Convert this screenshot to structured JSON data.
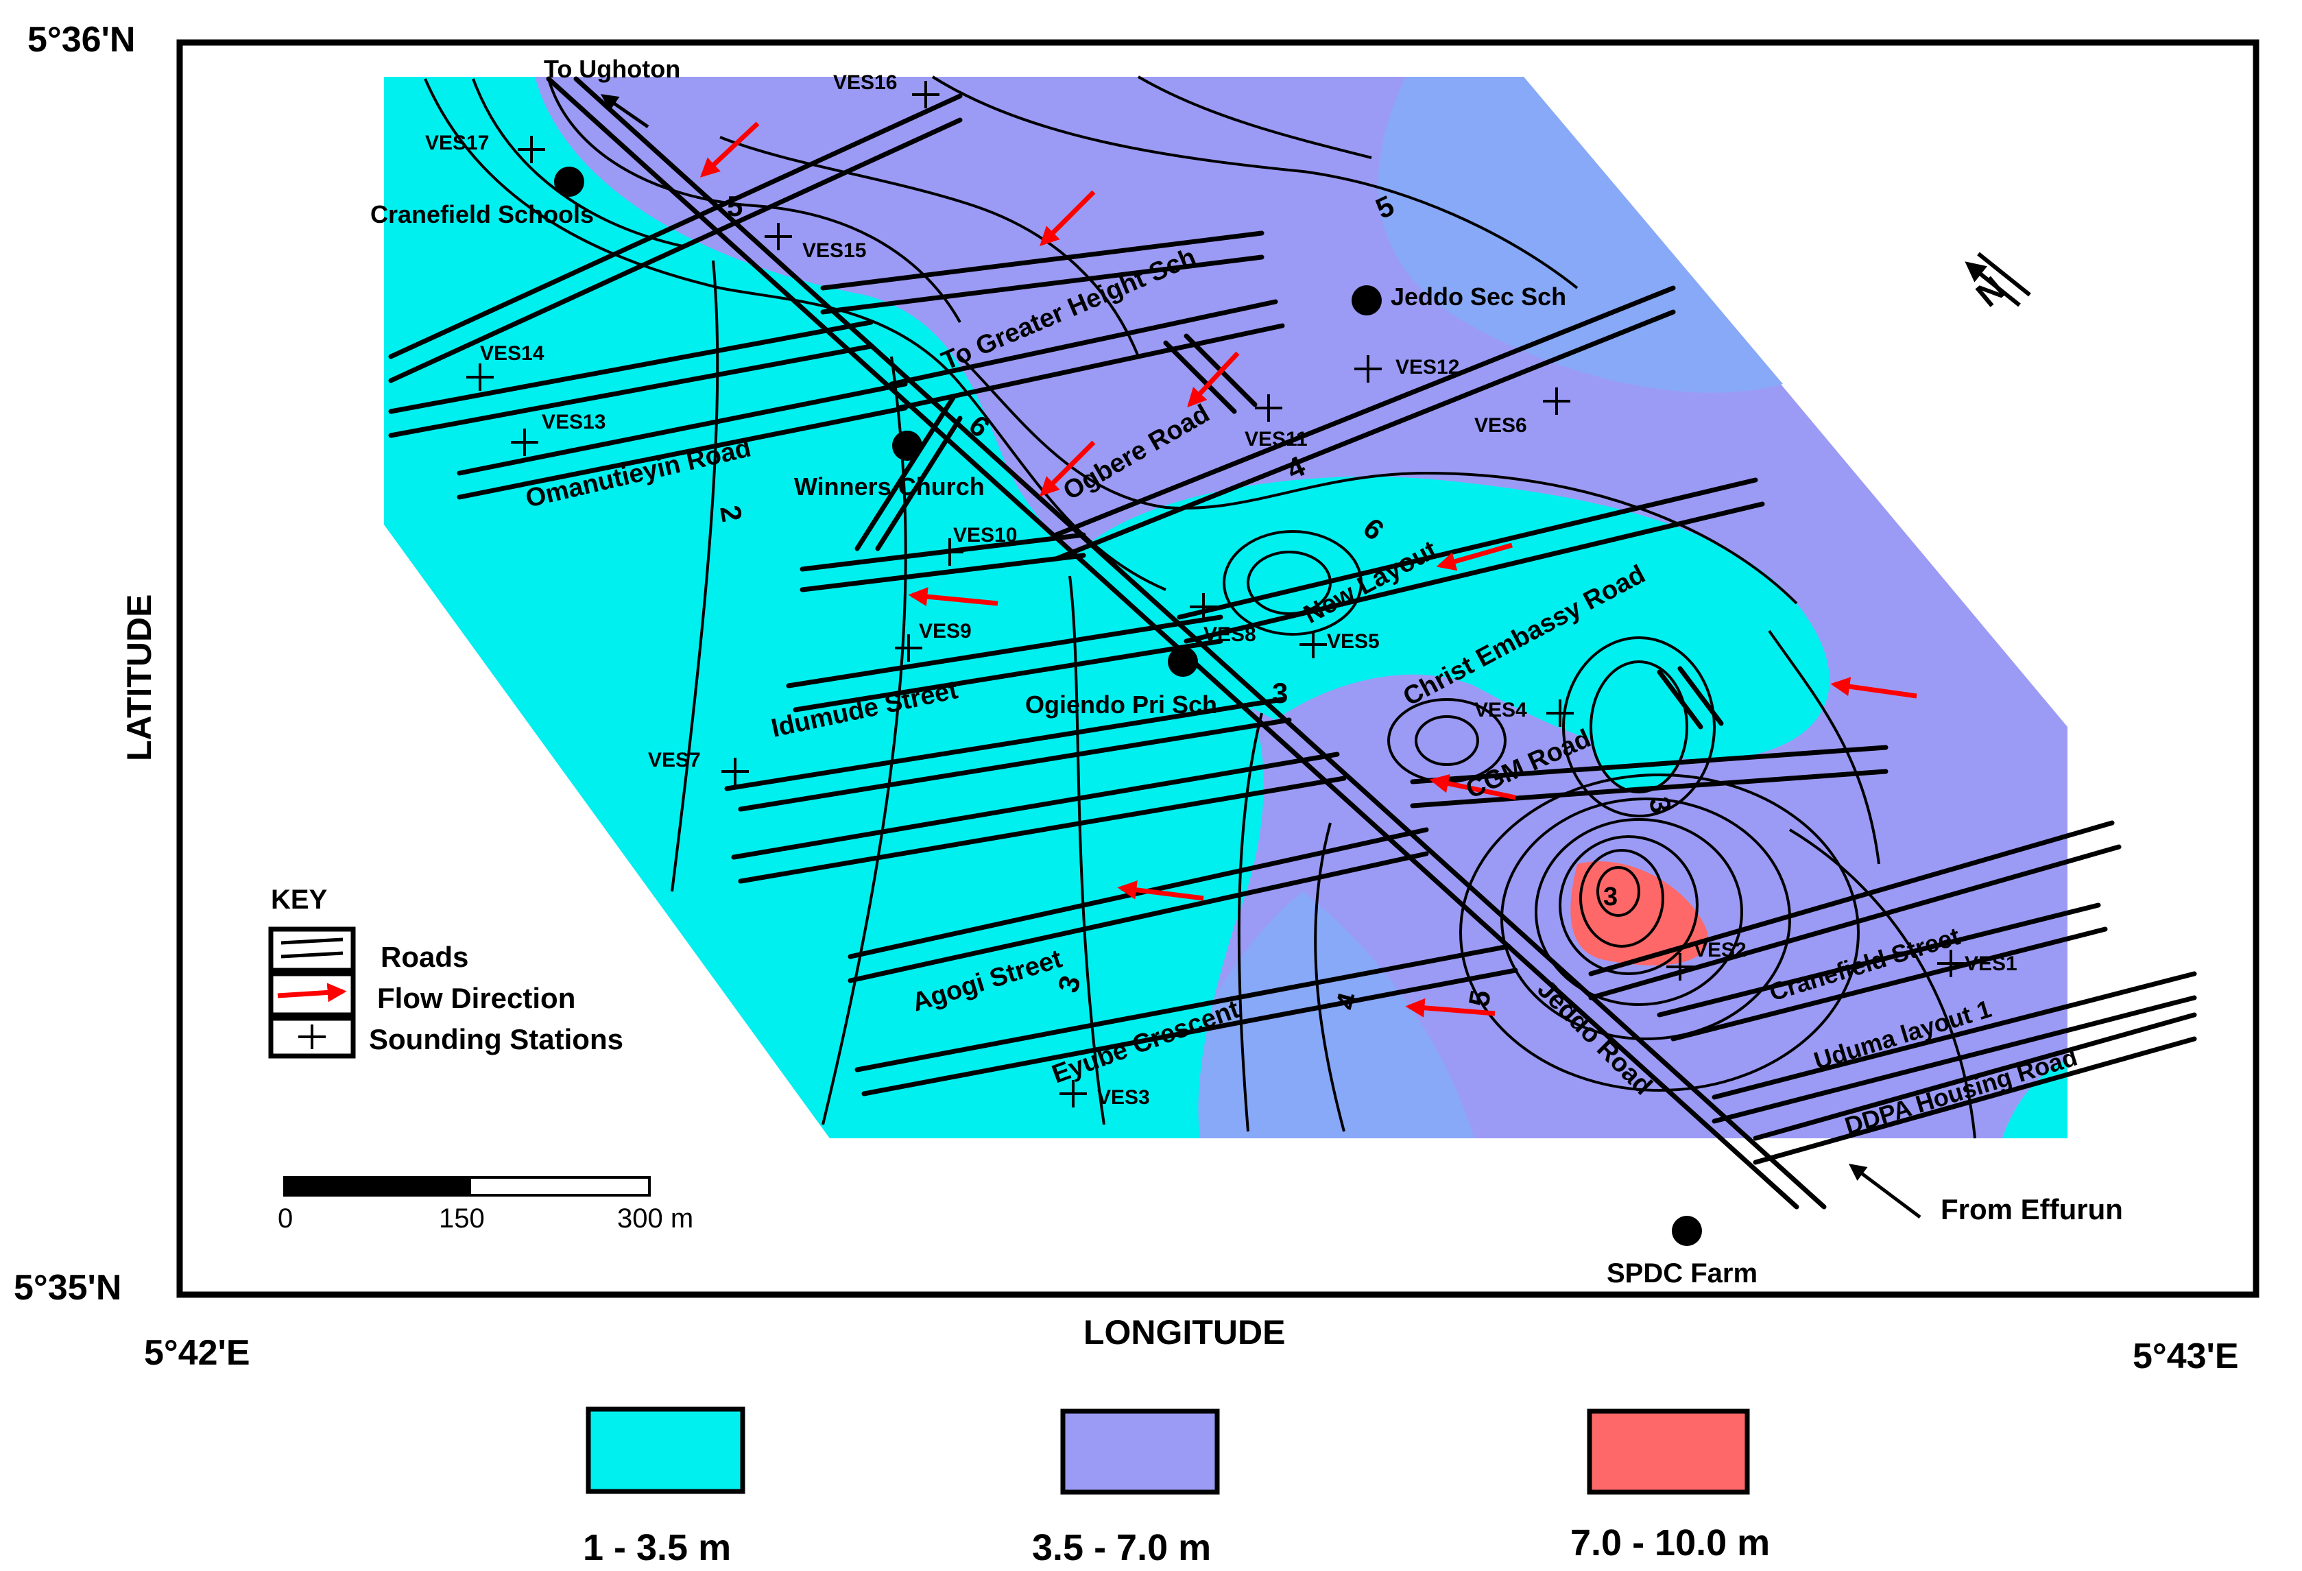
{
  "axes": {
    "lat_top": "5°36'N",
    "lat_bottom": "5°35'N",
    "lon_left": "5°42'E",
    "lon_right": "5°43'E",
    "xlabel": "LONGITUDE",
    "ylabel": "LATITUDE"
  },
  "colors": {
    "low": "#00f0f0",
    "mid": "#9b9bf5",
    "mid_light": "#88a8f8",
    "high": "#ff6868",
    "flow": "#ff0000"
  },
  "roads": [
    {
      "id": "omanutieyin",
      "label": "Omanutieyin Road"
    },
    {
      "id": "ogbere",
      "label": "Ogbere Road"
    },
    {
      "id": "greater-height",
      "label": "To Greater Height Sch"
    },
    {
      "id": "new-layout",
      "label": "New Layout"
    },
    {
      "id": "christ-embassy",
      "label": "Christ Embassy Road"
    },
    {
      "id": "cgm",
      "label": "CGM Road"
    },
    {
      "id": "idumude",
      "label": "Idumude Street"
    },
    {
      "id": "agogi",
      "label": "Agogi Street"
    },
    {
      "id": "eyube",
      "label": "Eyube Crescent"
    },
    {
      "id": "jeddo",
      "label": "Jeddo Road"
    },
    {
      "id": "cranefield-st",
      "label": "Cranefield Street"
    },
    {
      "id": "uduma",
      "label": "Uduma layout 1"
    },
    {
      "id": "ddpa",
      "label": "DDPA Housing Road"
    }
  ],
  "places": [
    {
      "id": "cranefield-schools",
      "label": "Cranefield Schools"
    },
    {
      "id": "jeddo-sec",
      "label": "Jeddo Sec Sch"
    },
    {
      "id": "winners",
      "label": "Winners Church"
    },
    {
      "id": "ogiendo",
      "label": "Ogiendo Pri Sch"
    },
    {
      "id": "spdc",
      "label": "SPDC Farm"
    }
  ],
  "directions": {
    "to_ughoton": "To Ughoton",
    "from_effurun": "From Effurun"
  },
  "stations": [
    "VES1",
    "VES2",
    "VES3",
    "VES4",
    "VES5",
    "VES6",
    "VES7",
    "VES8",
    "VES9",
    "VES10",
    "VES11",
    "VES12",
    "VES13",
    "VES14",
    "VES15",
    "VES16",
    "VES17"
  ],
  "contour_labels": [
    "2",
    "3",
    "3",
    "3",
    "3",
    "4",
    "4",
    "5",
    "5",
    "5",
    "6",
    "6"
  ],
  "key": {
    "title": "KEY",
    "roads": "Roads",
    "flow": "Flow Direction",
    "sounding": "Sounding Stations"
  },
  "scale": {
    "t0": "0",
    "t1": "150",
    "t2": "300 m"
  },
  "legend": [
    {
      "label": "1 - 3.5 m"
    },
    {
      "label": "3.5 - 7.0 m"
    },
    {
      "label": "7.0 - 10.0 m"
    }
  ]
}
